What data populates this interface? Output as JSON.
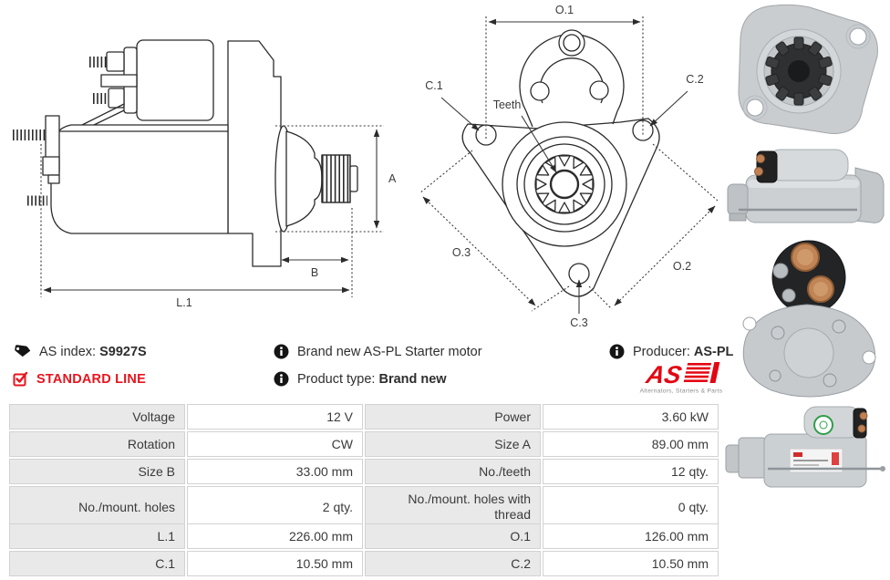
{
  "colors": {
    "accent_red": "#e8141e",
    "logo_red": "#e30613",
    "drawing_line": "#2b2b2b",
    "table_label_bg": "#e9e9e9",
    "table_border": "#d2d2d2"
  },
  "info": {
    "as_index_label": "AS index:",
    "as_index_value": "S9927S",
    "standard_line": "STANDARD LINE",
    "description": "Brand new AS-PL Starter motor",
    "product_type_label": "Product type:",
    "product_type_value": "Brand new",
    "producer_label": "Producer:",
    "producer_value": "AS-PL"
  },
  "logo": {
    "text": "AS",
    "tagline": "Alternators, Starters & Parts"
  },
  "diagrams": {
    "side_view": {
      "labels": {
        "a": "A",
        "b": "B",
        "l1": "L.1"
      }
    },
    "front_view": {
      "labels": {
        "o1": "O.1",
        "c1": "C.1",
        "c2": "C.2",
        "teeth": "Teeth",
        "o3": "O.3",
        "o2": "O.2",
        "c3": "C.3"
      }
    }
  },
  "spec_table": {
    "rows": [
      [
        {
          "label": "Voltage",
          "value": "12 V"
        },
        {
          "label": "Power",
          "value": "3.60 kW"
        }
      ],
      [
        {
          "label": "Rotation",
          "value": "CW"
        },
        {
          "label": "Size A",
          "value": "89.00 mm"
        }
      ],
      [
        {
          "label": "Size B",
          "value": "33.00 mm"
        },
        {
          "label": "No./teeth",
          "value": "12 qty."
        }
      ],
      [
        {
          "label": "No./mount. holes",
          "value": "2 qty."
        },
        {
          "label": "No./mount. holes with thread",
          "value": "0 qty."
        }
      ],
      [
        {
          "label": "L.1",
          "value": "226.00 mm"
        },
        {
          "label": "O.1",
          "value": "126.00 mm"
        }
      ],
      [
        {
          "label": "C.1",
          "value": "10.50 mm"
        },
        {
          "label": "C.2",
          "value": "10.50 mm"
        }
      ]
    ]
  }
}
